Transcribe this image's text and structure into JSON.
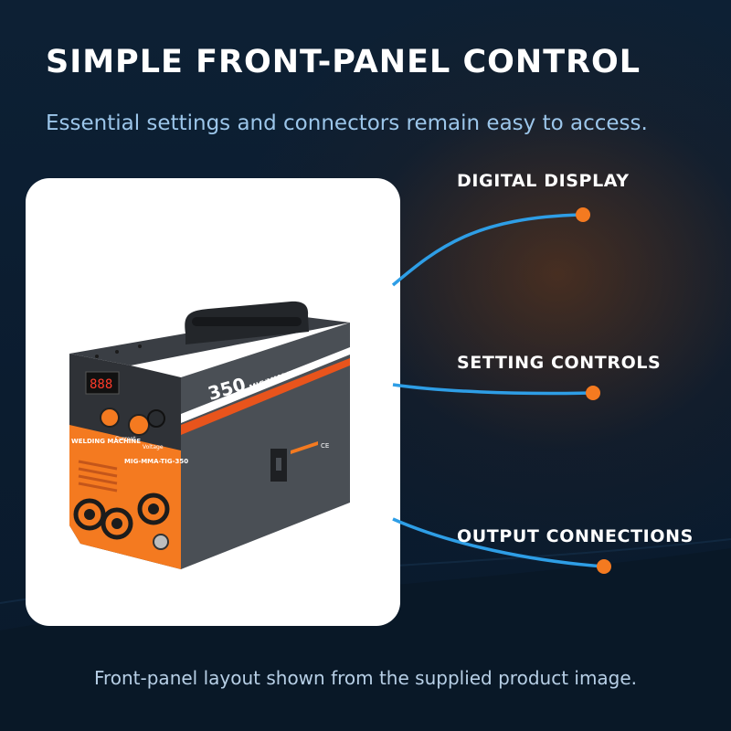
{
  "heading": {
    "title": "SIMPLE FRONT-PANEL CONTROL",
    "subtitle": "Essential settings and connectors remain easy to access."
  },
  "product": {
    "model_number": "350",
    "side_label": "MIG/MMA/LIFT TIG",
    "front_label": "WELDING MACHINE",
    "model_label": "MIG-MMA-TIG-350",
    "display_value": "888",
    "knob_labels": [
      "Current",
      "Voltage"
    ]
  },
  "callouts": [
    {
      "label": "DIGITAL DISPLAY"
    },
    {
      "label": "SETTING CONTROLS"
    },
    {
      "label": "OUTPUT CONNECTIONS"
    }
  ],
  "caption": "Front-panel layout shown from the supplied product image.",
  "colors": {
    "accent_orange": "#f47a20",
    "line_blue": "#2e9ee6",
    "machine_gray": "#4a4f55"
  }
}
